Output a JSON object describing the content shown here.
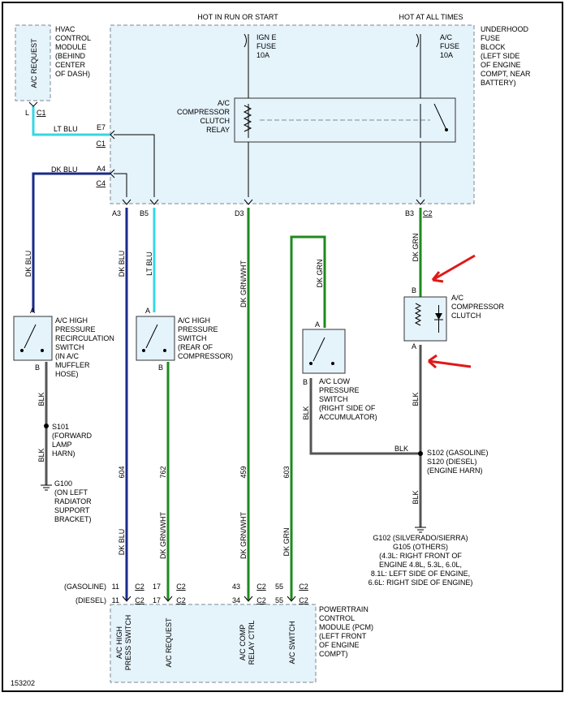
{
  "colors": {
    "lt_blu": "#35d7e4",
    "dk_blu": "#1a2a8a",
    "dk_grn": "#1e8a1e",
    "blk": "#555555",
    "arrow": "#e01818",
    "box_fill": "#e5f3fb",
    "box_dash": "#7a8894"
  },
  "top": {
    "hot_run_start": "HOT IN RUN OR START",
    "hot_all_times": "HOT AT ALL TIMES"
  },
  "hvac": {
    "label": "A/C REQUEST",
    "desc": [
      "HVAC",
      "CONTROL",
      "MODULE",
      "(BEHIND",
      "CENTER",
      "OF DASH)"
    ],
    "pin": "L",
    "conn": "C1"
  },
  "fuse_block": {
    "desc": [
      "UNDERHOOD",
      "FUSE",
      "BLOCK",
      "(LEFT SIDE",
      "OF ENGINE",
      "COMPT, NEAR",
      "BATTERY)"
    ],
    "fuse1": [
      "IGN E",
      "FUSE",
      "10A"
    ],
    "fuse2": [
      "A/C",
      "FUSE",
      "10A"
    ],
    "relay": [
      "A/C",
      "COMPRESSOR",
      "CLUTCH",
      "RELAY"
    ],
    "pins": {
      "e7": "E7",
      "c1": "C1",
      "a4": "A4",
      "c4": "C4",
      "a3": "A3",
      "b5": "B5",
      "d3": "D3",
      "b3": "B3",
      "c2": "C2"
    }
  },
  "wires": {
    "lt_blu_top": "LT BLU",
    "dk_blu_top": "DK BLU",
    "dk_blu_left": "DK BLU",
    "dk_blu_mid": "DK BLU",
    "lt_blu_mid": "LT BLU",
    "dk_grn_wht": "DK GRN/WHT",
    "dk_grn_low": "DK GRN",
    "dk_grn_clutch": "DK GRN",
    "blk1": "BLK",
    "blk2": "BLK",
    "blk3": "BLK",
    "blk4": "BLK",
    "blk5": "BLK",
    "blk6": "BLK",
    "c604": "604",
    "c762": "762",
    "c459": "459",
    "c603": "603",
    "dk_blu_bot": "DK BLU",
    "dk_grn_wht_bot1": "DK GRN/WHT",
    "dk_grn_wht_bot2": "DK GRN/WHT",
    "dk_grn_bot": "DK GRN"
  },
  "recirc_switch": {
    "desc": [
      "A/C HIGH",
      "PRESSURE",
      "RECIRCULATION",
      "SWITCH",
      "(IN A/C",
      "MUFFLER",
      "HOSE)"
    ],
    "pin_a": "A",
    "pin_b": "B"
  },
  "high_switch": {
    "desc": [
      "A/C HIGH",
      "PRESSURE",
      "SWITCH",
      "(REAR OF",
      "COMPRESSOR)"
    ],
    "pin_a": "A",
    "pin_b": "B"
  },
  "low_switch": {
    "desc": [
      "A/C LOW",
      "PRESSURE",
      "SWITCH",
      "(RIGHT SIDE OF",
      "ACCUMULATOR)"
    ],
    "pin_a": "A",
    "pin_b": "B"
  },
  "clutch": {
    "desc": [
      "A/C",
      "COMPRESSOR",
      "CLUTCH"
    ],
    "pin_a": "A",
    "pin_b": "B"
  },
  "s101": [
    "S101",
    "(FORWARD",
    "LAMP",
    "HARN)"
  ],
  "g100": [
    "G100",
    "(ON LEFT",
    "RADIATOR",
    "SUPPORT",
    "BRACKET)"
  ],
  "s102": [
    "S102 (GASOLINE)",
    "S120 (DIESEL)",
    "(ENGINE HARN)"
  ],
  "g102": [
    "G102 (SILVERADO/SIERRA)",
    "G105 (OTHERS)",
    "(4.3L: RIGHT FRONT OF",
    "ENGINE 4.8L, 5.3L, 6.0L,",
    "8.1L: LEFT SIDE OF ENGINE,",
    "6.6L: RIGHT SIDE OF ENGINE)"
  ],
  "pcm_rows": {
    "gas": "(GASOLINE)",
    "diesel": "(DIESEL)",
    "c2": "C2",
    "gas_pins": [
      "11",
      "17",
      "43",
      "55"
    ],
    "diesel_pins": [
      "11",
      "17",
      "34",
      "55"
    ]
  },
  "pcm": {
    "desc": [
      "POWERTRAIN",
      "CONTROL",
      "MODULE (PCM)",
      "(LEFT FRONT",
      "OF ENGINE",
      "COMPT)"
    ],
    "t1": [
      "A/C HIGH",
      "PRESS SWITCH"
    ],
    "t2": "A/C REQUEST",
    "t3": [
      "A/C COMP",
      "RELAY CTRL"
    ],
    "t4": "A/C SWITCH"
  },
  "figure_id": "153202"
}
